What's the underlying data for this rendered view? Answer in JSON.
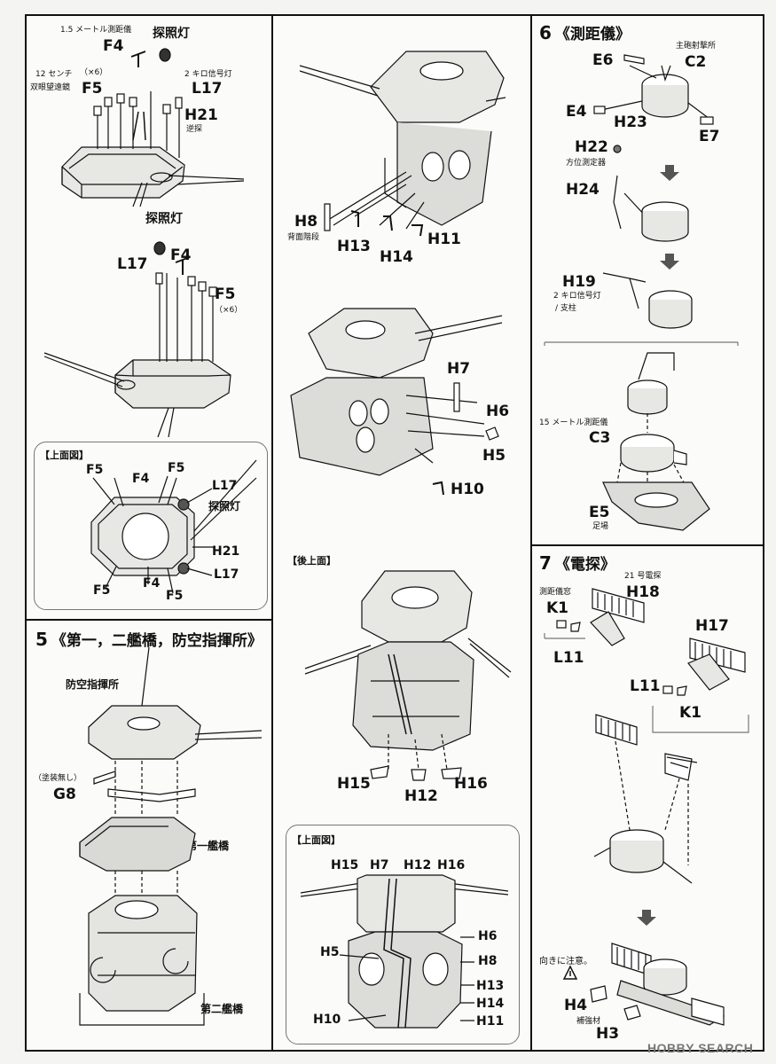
{
  "step4": {
    "top_labels": {
      "rangefinder_1_5m": "1.5 メートル測距儀",
      "F4": "F4",
      "searchlight": "探照灯",
      "binoculars_12cm": "12 センチ",
      "binoculars_12cm_2": "双眼望遠鏡",
      "x6": "（×6）",
      "F5": "F5",
      "signal_2km": "2 キロ信号灯",
      "L17": "L17",
      "H21": "H21",
      "reverse": "逆探"
    },
    "lower_labels": {
      "searchlight": "探照灯",
      "L17": "L17",
      "F4": "F4",
      "F5": "F5",
      "x6": "（×6）"
    },
    "inset": {
      "title": "【上面図】",
      "F5a": "F5",
      "F4a": "F4",
      "F5b": "F5",
      "L17a": "L17",
      "searchlight": "探照灯",
      "H21": "H21",
      "L17b": "L17",
      "F5c": "F5",
      "F4b": "F4",
      "F5d": "F5"
    }
  },
  "step5": {
    "num": "5",
    "title": "《第一，二艦橋，防空指揮所》",
    "aa_command": "防空指揮所",
    "unpainted": "（塗装無し）",
    "G8": "G8",
    "bridge1": "第一艦橋",
    "bridge2": "第二艦橋"
  },
  "middle": {
    "H8": "H8",
    "rear_ladder": "背面階段",
    "H13": "H13",
    "H14": "H14",
    "H11": "H11",
    "H7": "H7",
    "H6": "H6",
    "H5": "H5",
    "H10": "H10",
    "rear_top": "【後上面】",
    "H15": "H15",
    "H12": "H12",
    "H16": "H16",
    "inset": {
      "title": "【上面図】",
      "H15": "H15",
      "H7": "H7",
      "H12": "H12",
      "H16": "H16",
      "H6": "H6",
      "H5": "H5",
      "H8": "H8",
      "H13": "H13",
      "H14": "H14",
      "H10": "H10",
      "H11": "H11"
    }
  },
  "step6": {
    "num": "6",
    "title": "《測距儀》",
    "E6": "E6",
    "main_gun_dir": "主砲射撃所",
    "C2": "C2",
    "E4": "E4",
    "H23": "H23",
    "E7": "E7",
    "H22": "H22",
    "direction_finder": "方位測定器",
    "H24": "H24",
    "H19": "H19",
    "signal_2km": "2 キロ信号灯",
    "support": "/ 支柱",
    "rangefinder_15m": "15 メートル測距儀",
    "C3": "C3",
    "E5": "E5",
    "platform": "足場"
  },
  "step7": {
    "num": "7",
    "title": "《電探》",
    "radar21": "21 号電探",
    "H18": "H18",
    "rangefinder_window": "測距儀窓",
    "K1": "K1",
    "L11": "L11",
    "H17": "H17",
    "L11b": "L11",
    "K1b": "K1",
    "caution": "向きに注意。",
    "H4": "H4",
    "reinforcement": "補強材",
    "H3": "H3"
  },
  "watermark": "HOBBY SEARCH"
}
